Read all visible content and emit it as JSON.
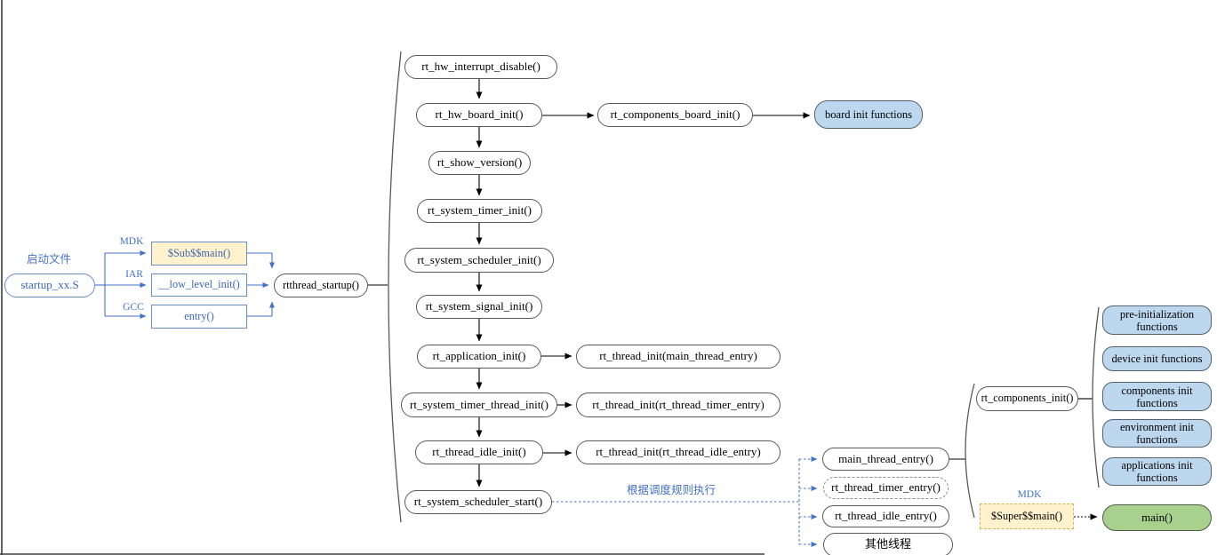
{
  "colors": {
    "accent_blue": "#4472C4",
    "box_blue_fill": "#BDD7EE",
    "green_fill": "#A9D18E",
    "tan_fill": "#FFF2CC",
    "tan_dashed_border": "#D6B656",
    "node_border": "#595959"
  },
  "diagram": {
    "startup_label": "启动文件",
    "startup_file": "startup_xx.S",
    "toolchains": [
      {
        "label": "MDK",
        "func": "$Sub$$main()"
      },
      {
        "label": "IAR",
        "func": "__low_level_init()"
      },
      {
        "label": "GCC",
        "func": "entry()"
      }
    ],
    "entry_func": "rtthread_startup()",
    "sequence": [
      "rt_hw_interrupt_disable()",
      "rt_hw_board_init()",
      "rt_show_version()",
      "rt_system_timer_init()",
      "rt_system_scheduler_init()",
      "rt_system_signal_init()",
      "rt_application_init()",
      "rt_system_timer_thread_init()",
      "rt_thread_idle_init()",
      "rt_system_scheduler_start()"
    ],
    "board_chain": {
      "step": "rt_components_board_init()",
      "target": "board init functions"
    },
    "thread_inits": [
      "rt_thread_init(main_thread_entry)",
      "rt_thread_init(rt_thread_timer_entry)",
      "rt_thread_init(rt_thread_idle_entry)"
    ],
    "scheduler_note": "根据调度规则执行",
    "threads": [
      "main_thread_entry()",
      "rt_thread_timer_entry()",
      "rt_thread_idle_entry()",
      "其他线程"
    ],
    "components_init": "rt_components_init()",
    "init_groups": [
      "pre-initialization functions",
      "device init functions",
      "components init functions",
      "environment init functions",
      "applications init functions"
    ],
    "mdk_label": "MDK",
    "super_main": "$Super$$main()",
    "main_func": "main()"
  }
}
